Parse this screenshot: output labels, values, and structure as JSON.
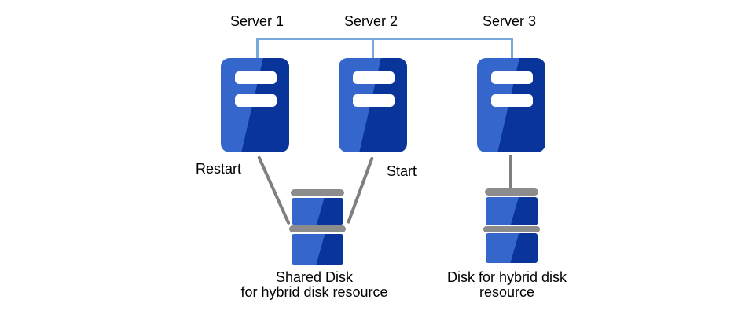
{
  "servers": [
    {
      "label": "Server 1",
      "action_label": "Restart"
    },
    {
      "label": "Server 2",
      "action_label": "Start"
    },
    {
      "label": "Server 3",
      "action_label": ""
    }
  ],
  "captions": {
    "shared_disk": [
      "Shared Disk",
      "for hybrid disk resource"
    ],
    "hybrid_disk": [
      "Disk for hybrid disk",
      "resource"
    ]
  },
  "icons": {
    "server": "server-tower-icon",
    "shared_disk": "stacked-disk-icon",
    "hybrid_disk": "stacked-disk-icon"
  },
  "colors": {
    "server_light_blue": "#3566CB",
    "server_dark_blue": "#093499",
    "connector_blue": "#78A8DC",
    "line_gray": "#7F7F7F",
    "disk_cap_gray": "#8C8C8C",
    "border_gray": "#CBCBCB",
    "text_black": "#000000",
    "background": "#FFFFFF"
  }
}
